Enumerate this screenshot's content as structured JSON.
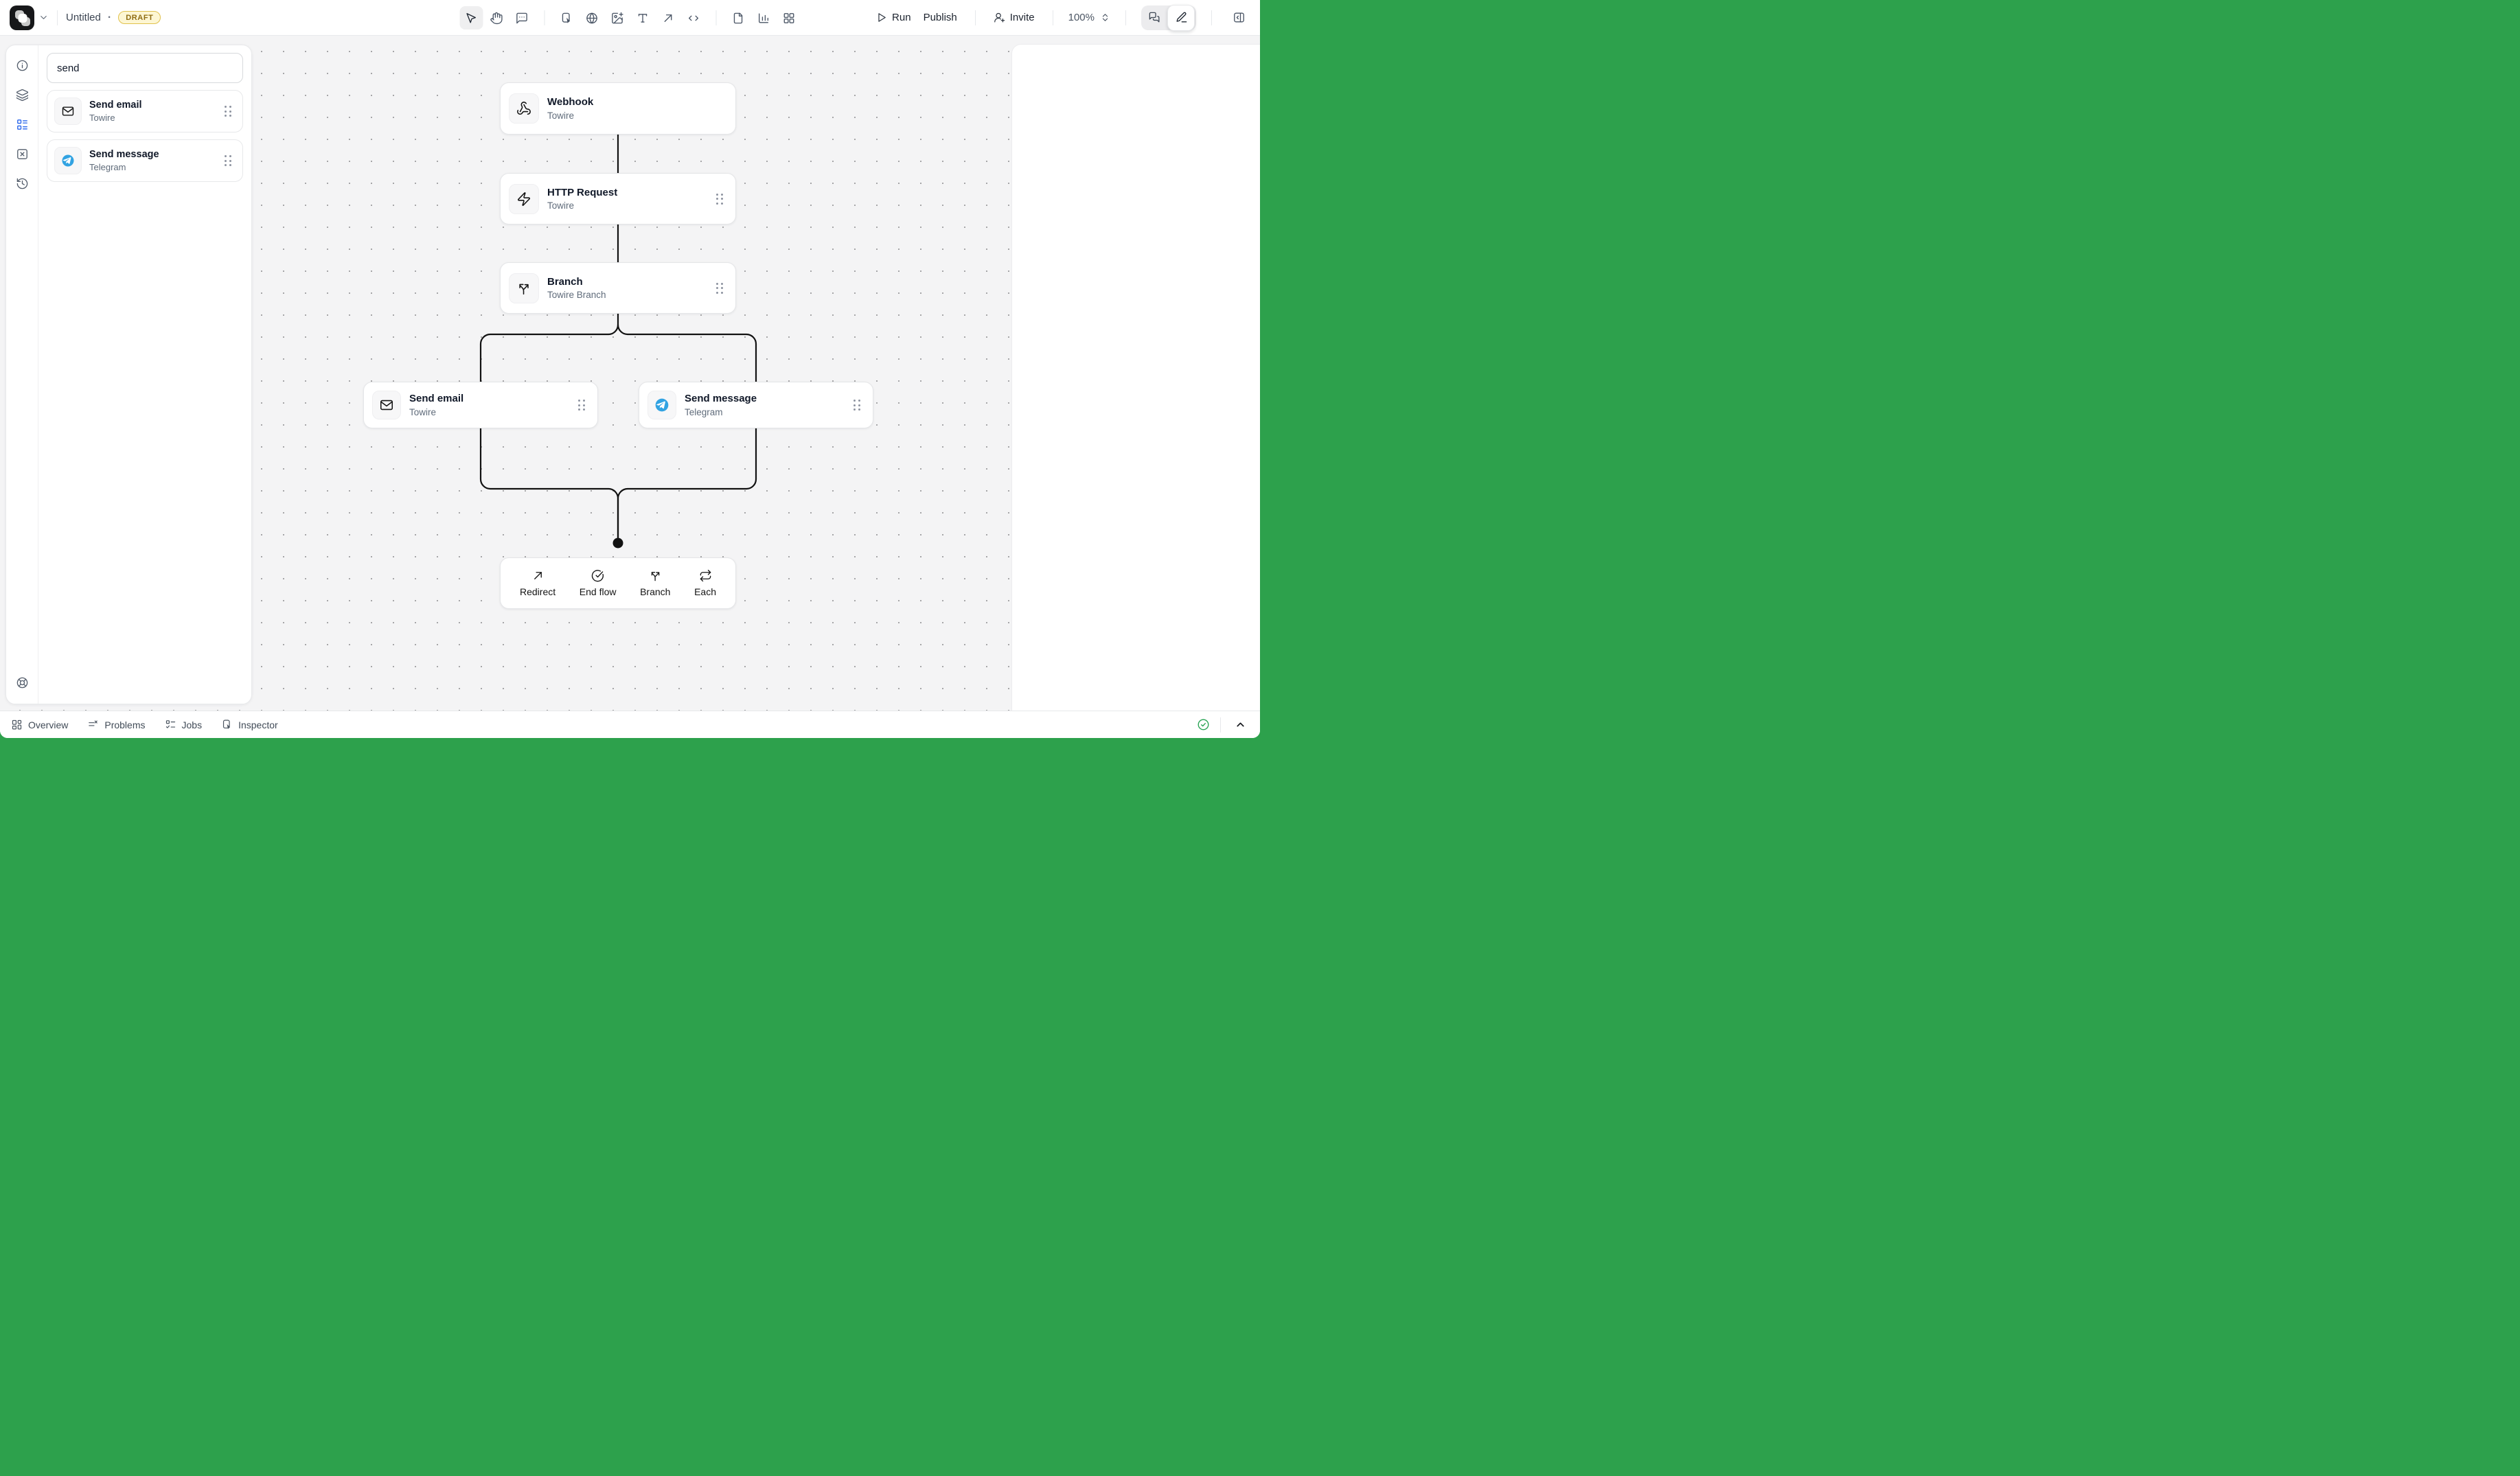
{
  "topbar": {
    "title": "Untitled",
    "separator": "·",
    "badge": "DRAFT",
    "run": "Run",
    "publish": "Publish",
    "invite": "Invite",
    "zoom_value": "100%",
    "tools": [
      "mouse-pointer",
      "hand",
      "comment",
      "frame-select",
      "globe",
      "image-add",
      "text",
      "arrow-up-right",
      "code",
      "file",
      "chart-column",
      "layout-grid"
    ],
    "right_icons": [
      "play",
      "user-plus",
      "zoom-stepper",
      "comments",
      "pen",
      "panel-right-toggle"
    ]
  },
  "left_rail": {
    "icons": [
      "info",
      "layers",
      "node-list",
      "box-x",
      "history",
      "help-buoy"
    ],
    "active_icon": "node-list"
  },
  "search_panel": {
    "search_value": "send",
    "results": [
      {
        "title": "Send email",
        "subtitle": "Towire",
        "icon": "mail"
      },
      {
        "title": "Send message",
        "subtitle": "Telegram",
        "icon": "telegram"
      }
    ]
  },
  "canvas": {
    "nodes": [
      {
        "title": "Webhook",
        "subtitle": "Towire",
        "icon": "webhook"
      },
      {
        "title": "HTTP Request",
        "subtitle": "Towire",
        "icon": "zap"
      },
      {
        "title": "Branch",
        "subtitle": "Towire Branch",
        "icon": "split"
      },
      {
        "title": "Send email",
        "subtitle": "Towire",
        "icon": "mail"
      },
      {
        "title": "Send message",
        "subtitle": "Telegram",
        "icon": "telegram"
      }
    ],
    "action_bar": [
      {
        "label": "Redirect",
        "icon": "arrow-up-right"
      },
      {
        "label": "End flow",
        "icon": "circle-check"
      },
      {
        "label": "Branch",
        "icon": "split"
      },
      {
        "label": "Each",
        "icon": "repeat"
      }
    ]
  },
  "statusbar": {
    "tabs": [
      {
        "label": "Overview",
        "icon": "layout-dashboard"
      },
      {
        "label": "Problems",
        "icon": "list-x"
      },
      {
        "label": "Jobs",
        "icon": "list-todo"
      },
      {
        "label": "Inspector",
        "icon": "frame-select"
      }
    ],
    "right_icons": [
      "status-ok-check",
      "collapse-chevron-up"
    ]
  },
  "colors": {
    "accent_blue": "#2563eb",
    "telegram_blue": "#32a3e2",
    "badge_bg": "#fdf6d3",
    "badge_border": "#e0c14c",
    "badge_text": "#8f6c12",
    "success_green": "#27a353",
    "wire_black": "#121212",
    "canvas_bg": "#f4f4f5"
  }
}
